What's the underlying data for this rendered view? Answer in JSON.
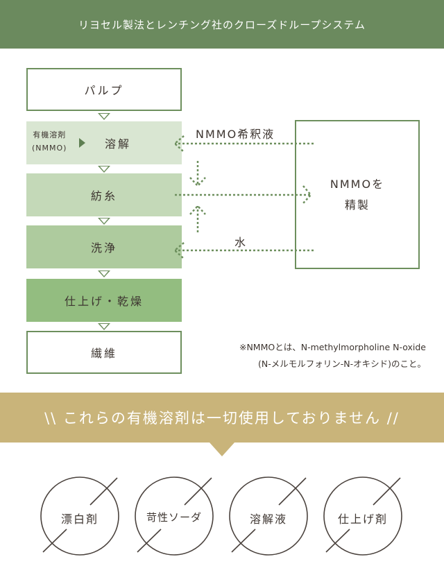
{
  "header": {
    "title": "リヨセル製法とレンチング社のクローズドループシステム"
  },
  "steps": [
    {
      "label": "パルプ",
      "color": "#ffffff"
    },
    {
      "label": "溶解",
      "color": "#d9e6d2",
      "sub_label_1": "有機溶剤",
      "sub_label_2": "(NMMO)"
    },
    {
      "label": "紡糸",
      "color": "#c4d9b8"
    },
    {
      "label": "洗浄",
      "color": "#aecb9e"
    },
    {
      "label": "仕上げ・乾燥",
      "color": "#93bd80"
    },
    {
      "label": "繊維",
      "color": "#ffffff"
    }
  ],
  "recycle": {
    "line1": "NMMOを",
    "line2": "精製"
  },
  "flows": {
    "dilute": "NMMO希釈液",
    "water": "水"
  },
  "note": {
    "line1": "※NMMOとは、N-methylmorpholine N-oxide",
    "line2": "(N-メルモルフォリン-N-オキシド)のこと。"
  },
  "banner": {
    "text": "\\\\ これらの有機溶剤は一切使用しておりません //"
  },
  "not_used": [
    "漂白剤",
    "苛性ソーダ",
    "溶解液",
    "仕上げ剤"
  ],
  "colors": {
    "header": "#6b8a5e",
    "banner": "#c9b47a",
    "border": "#6d8f5d",
    "text": "#3d3530"
  }
}
